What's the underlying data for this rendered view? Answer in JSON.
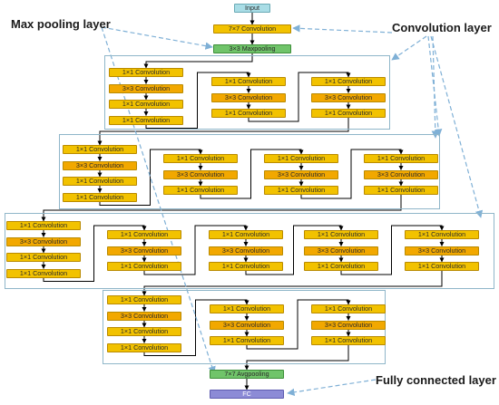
{
  "labels": {
    "max_pooling": "Max pooling layer",
    "convolution": "Convolution layer",
    "fully_connected": "Fully connected layer"
  },
  "nodes": {
    "input": "Input",
    "conv7": "7×7 Convolution",
    "maxpool": "3×3 Maxpooling",
    "avgpool": "7×7 Avgpooling",
    "fc": "FC"
  },
  "ops": {
    "c1": "1×1 Convolution",
    "c3": "3×3 Convolution"
  },
  "stages": [
    {
      "blocks": [
        [
          "c1",
          "c3",
          "c1",
          "c1"
        ],
        [
          "c1",
          "c3",
          "c1"
        ],
        [
          "c1",
          "c3",
          "c1"
        ]
      ]
    },
    {
      "blocks": [
        [
          "c1",
          "c3",
          "c1",
          "c1"
        ],
        [
          "c1",
          "c3",
          "c1"
        ],
        [
          "c1",
          "c3",
          "c1"
        ],
        [
          "c1",
          "c3",
          "c1"
        ]
      ]
    },
    {
      "blocks": [
        [
          "c1",
          "c3",
          "c1",
          "c1"
        ],
        [
          "c1",
          "c3",
          "c1"
        ],
        [
          "c1",
          "c3",
          "c1"
        ],
        [
          "c1",
          "c3",
          "c1"
        ],
        [
          "c1",
          "c3",
          "c1"
        ]
      ]
    },
    {
      "blocks": [
        [
          "c1",
          "c3",
          "c1",
          "c1"
        ],
        [
          "c1",
          "c3",
          "c1"
        ],
        [
          "c1",
          "c3",
          "c1"
        ]
      ]
    }
  ],
  "colors": {
    "convolution": "#f2c200",
    "pooling": "#70c46a",
    "input": "#a9dde6",
    "fc": "#8c8bd6",
    "annotation_arrow": "#7fb0d6"
  }
}
